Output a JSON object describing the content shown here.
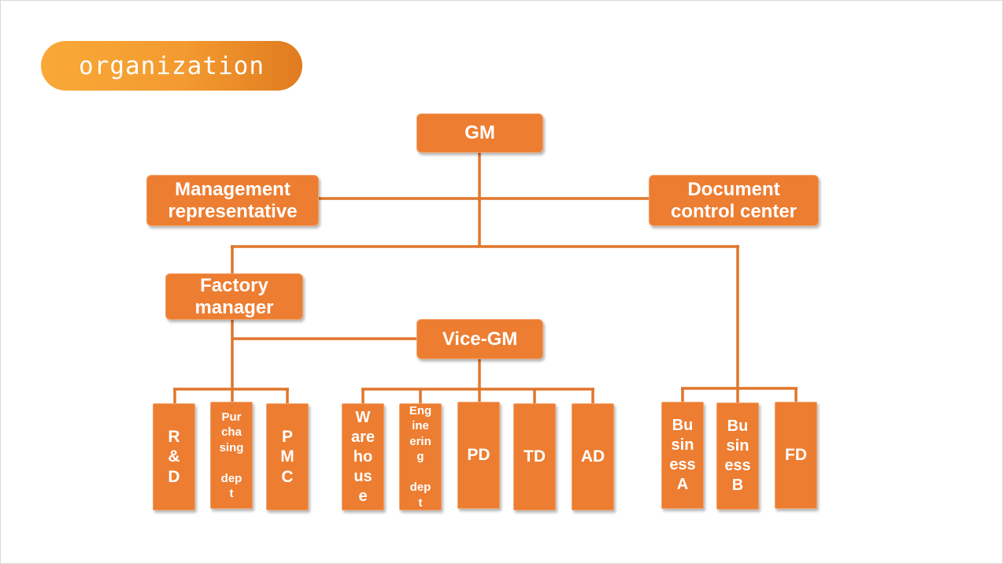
{
  "title": "organization",
  "nodes": {
    "gm": "GM",
    "management_rep": "Management\nrepresentative",
    "document_control": "Document\ncontrol center",
    "factory_manager": "Factory\nmanager",
    "vice_gm": "Vice-GM",
    "rd": "R\n&\nD",
    "purchasing": "Pur\ncha\nsing\n\ndep\nt",
    "pmc": "P\nM\nC",
    "warehouse": "W\nare\nho\nus\ne",
    "engineering": "Eng\nine\nerin\ng\n\ndep\nt",
    "pd": "PD",
    "td": "TD",
    "ad": "AD",
    "business_a": "Bu\nsin\ness\nA",
    "business_b": "Bu\nsin\ness\nB",
    "fd": "FD"
  },
  "colors": {
    "accent": "#ed7d31",
    "line": "#e0762c"
  }
}
